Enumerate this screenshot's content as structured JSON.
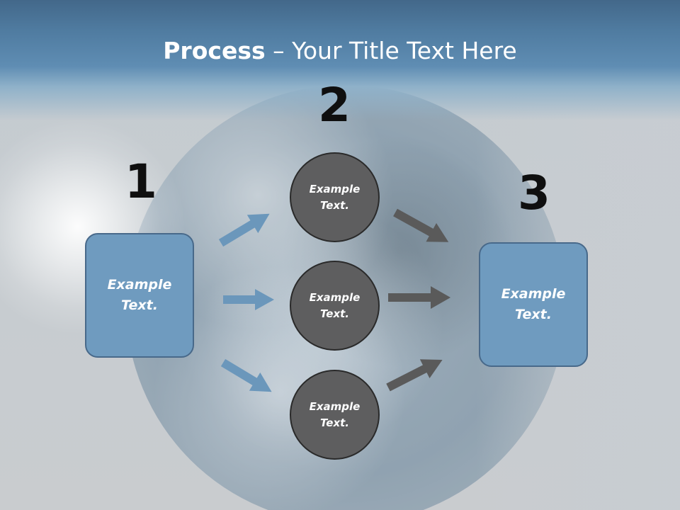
{
  "title": {
    "bold": "Process",
    "rest": " – Your Title Text Here"
  },
  "numbers": {
    "step1": "1",
    "step2": "2",
    "step3": "3"
  },
  "boxes": {
    "left": "Example\nText.",
    "right": "Example\nText."
  },
  "circles": {
    "top": "Example\nText.",
    "middle": "Example\nText.",
    "bottom": "Example\nText."
  },
  "colors": {
    "box_fill": "#6f9bbf",
    "circle_fill": "#5e5e5f",
    "blue_arrow": "#6b97bb",
    "gray_arrow": "#5a5a5a"
  }
}
